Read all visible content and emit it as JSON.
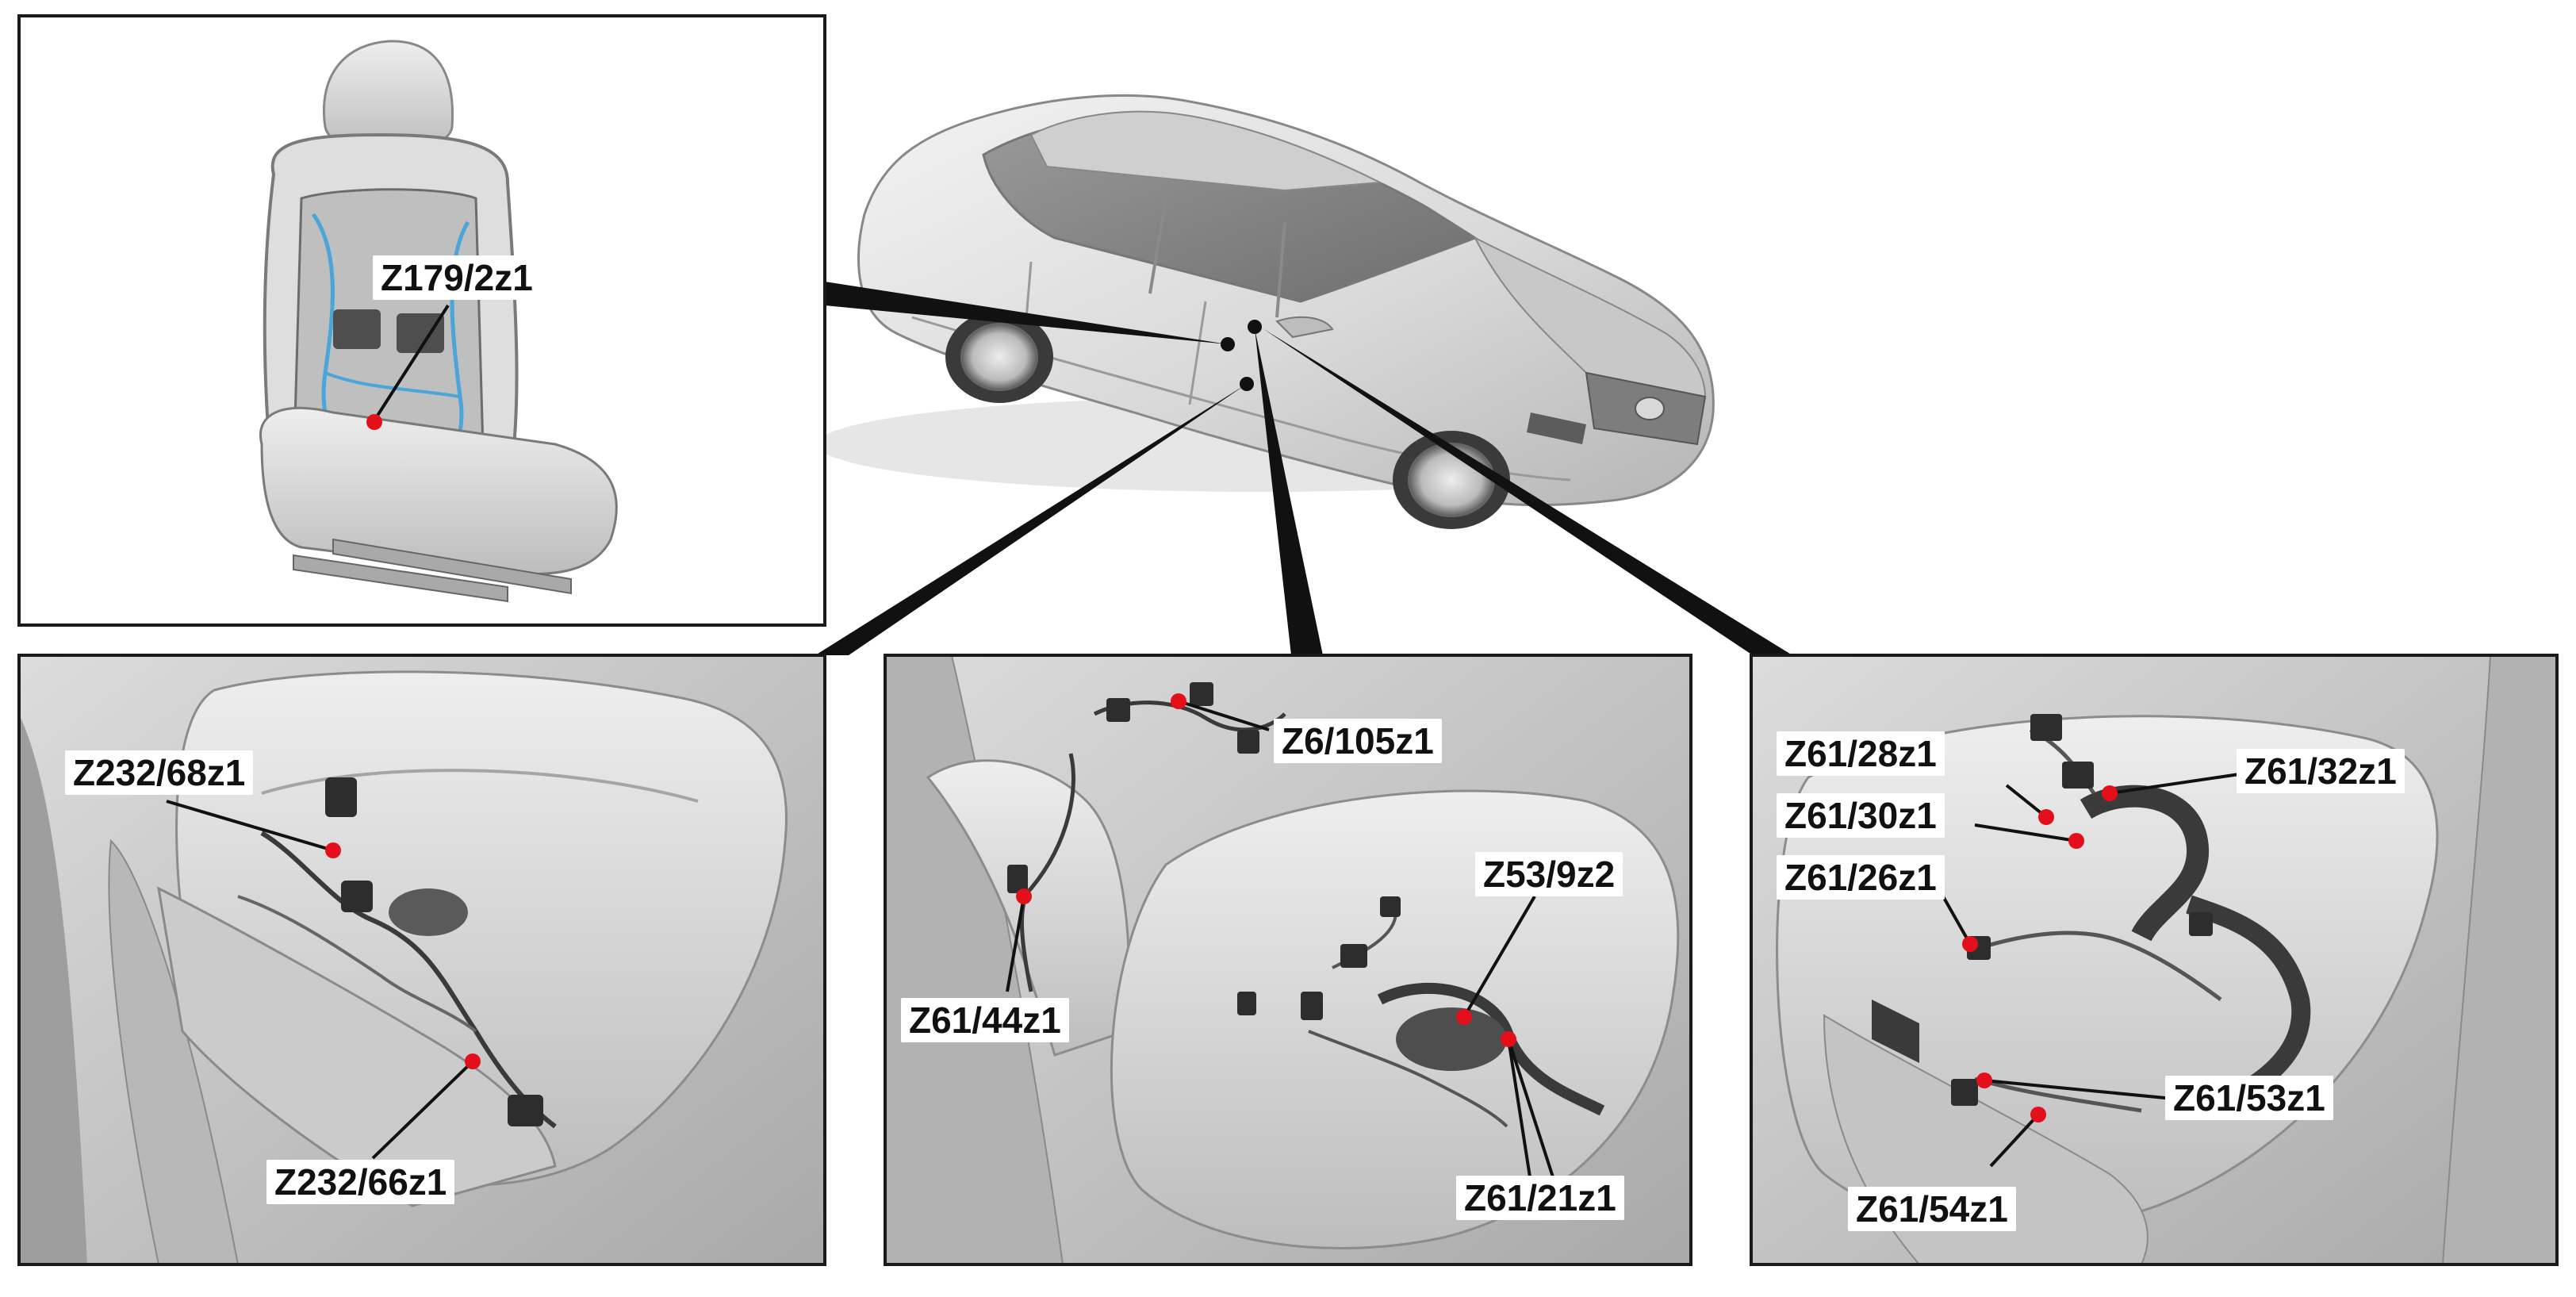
{
  "colors": {
    "frame": "#1a1a1a",
    "connector_point": "#e3101b",
    "label_bg": "#ffffff",
    "label_text": "#111111"
  },
  "panels": [
    {
      "id": "seat-overview",
      "labels": [
        {
          "id": "z179-2z1",
          "text": "Z179/2z1"
        }
      ]
    },
    {
      "id": "driver-seat-left",
      "labels": [
        {
          "id": "z232-68z1",
          "text": "Z232/68z1"
        },
        {
          "id": "z232-66z1",
          "text": "Z232/66z1"
        }
      ]
    },
    {
      "id": "rear-seat-center",
      "labels": [
        {
          "id": "z6-105z1",
          "text": "Z6/105z1"
        },
        {
          "id": "z53-9z2",
          "text": "Z53/9z2"
        },
        {
          "id": "z61-44z1",
          "text": "Z61/44z1"
        },
        {
          "id": "z61-21z1",
          "text": "Z61/21z1"
        }
      ]
    },
    {
      "id": "passenger-seat-right",
      "labels": [
        {
          "id": "z61-28z1",
          "text": "Z61/28z1"
        },
        {
          "id": "z61-32z1",
          "text": "Z61/32z1"
        },
        {
          "id": "z61-30z1",
          "text": "Z61/30z1"
        },
        {
          "id": "z61-26z1",
          "text": "Z61/26z1"
        },
        {
          "id": "z61-53z1",
          "text": "Z61/53z1"
        },
        {
          "id": "z61-54z1",
          "text": "Z61/54z1"
        }
      ]
    }
  ],
  "icons": {
    "vehicle": "sedan-illustration",
    "seat": "seat-frame-illustration",
    "connector": "red-dot-icon"
  }
}
